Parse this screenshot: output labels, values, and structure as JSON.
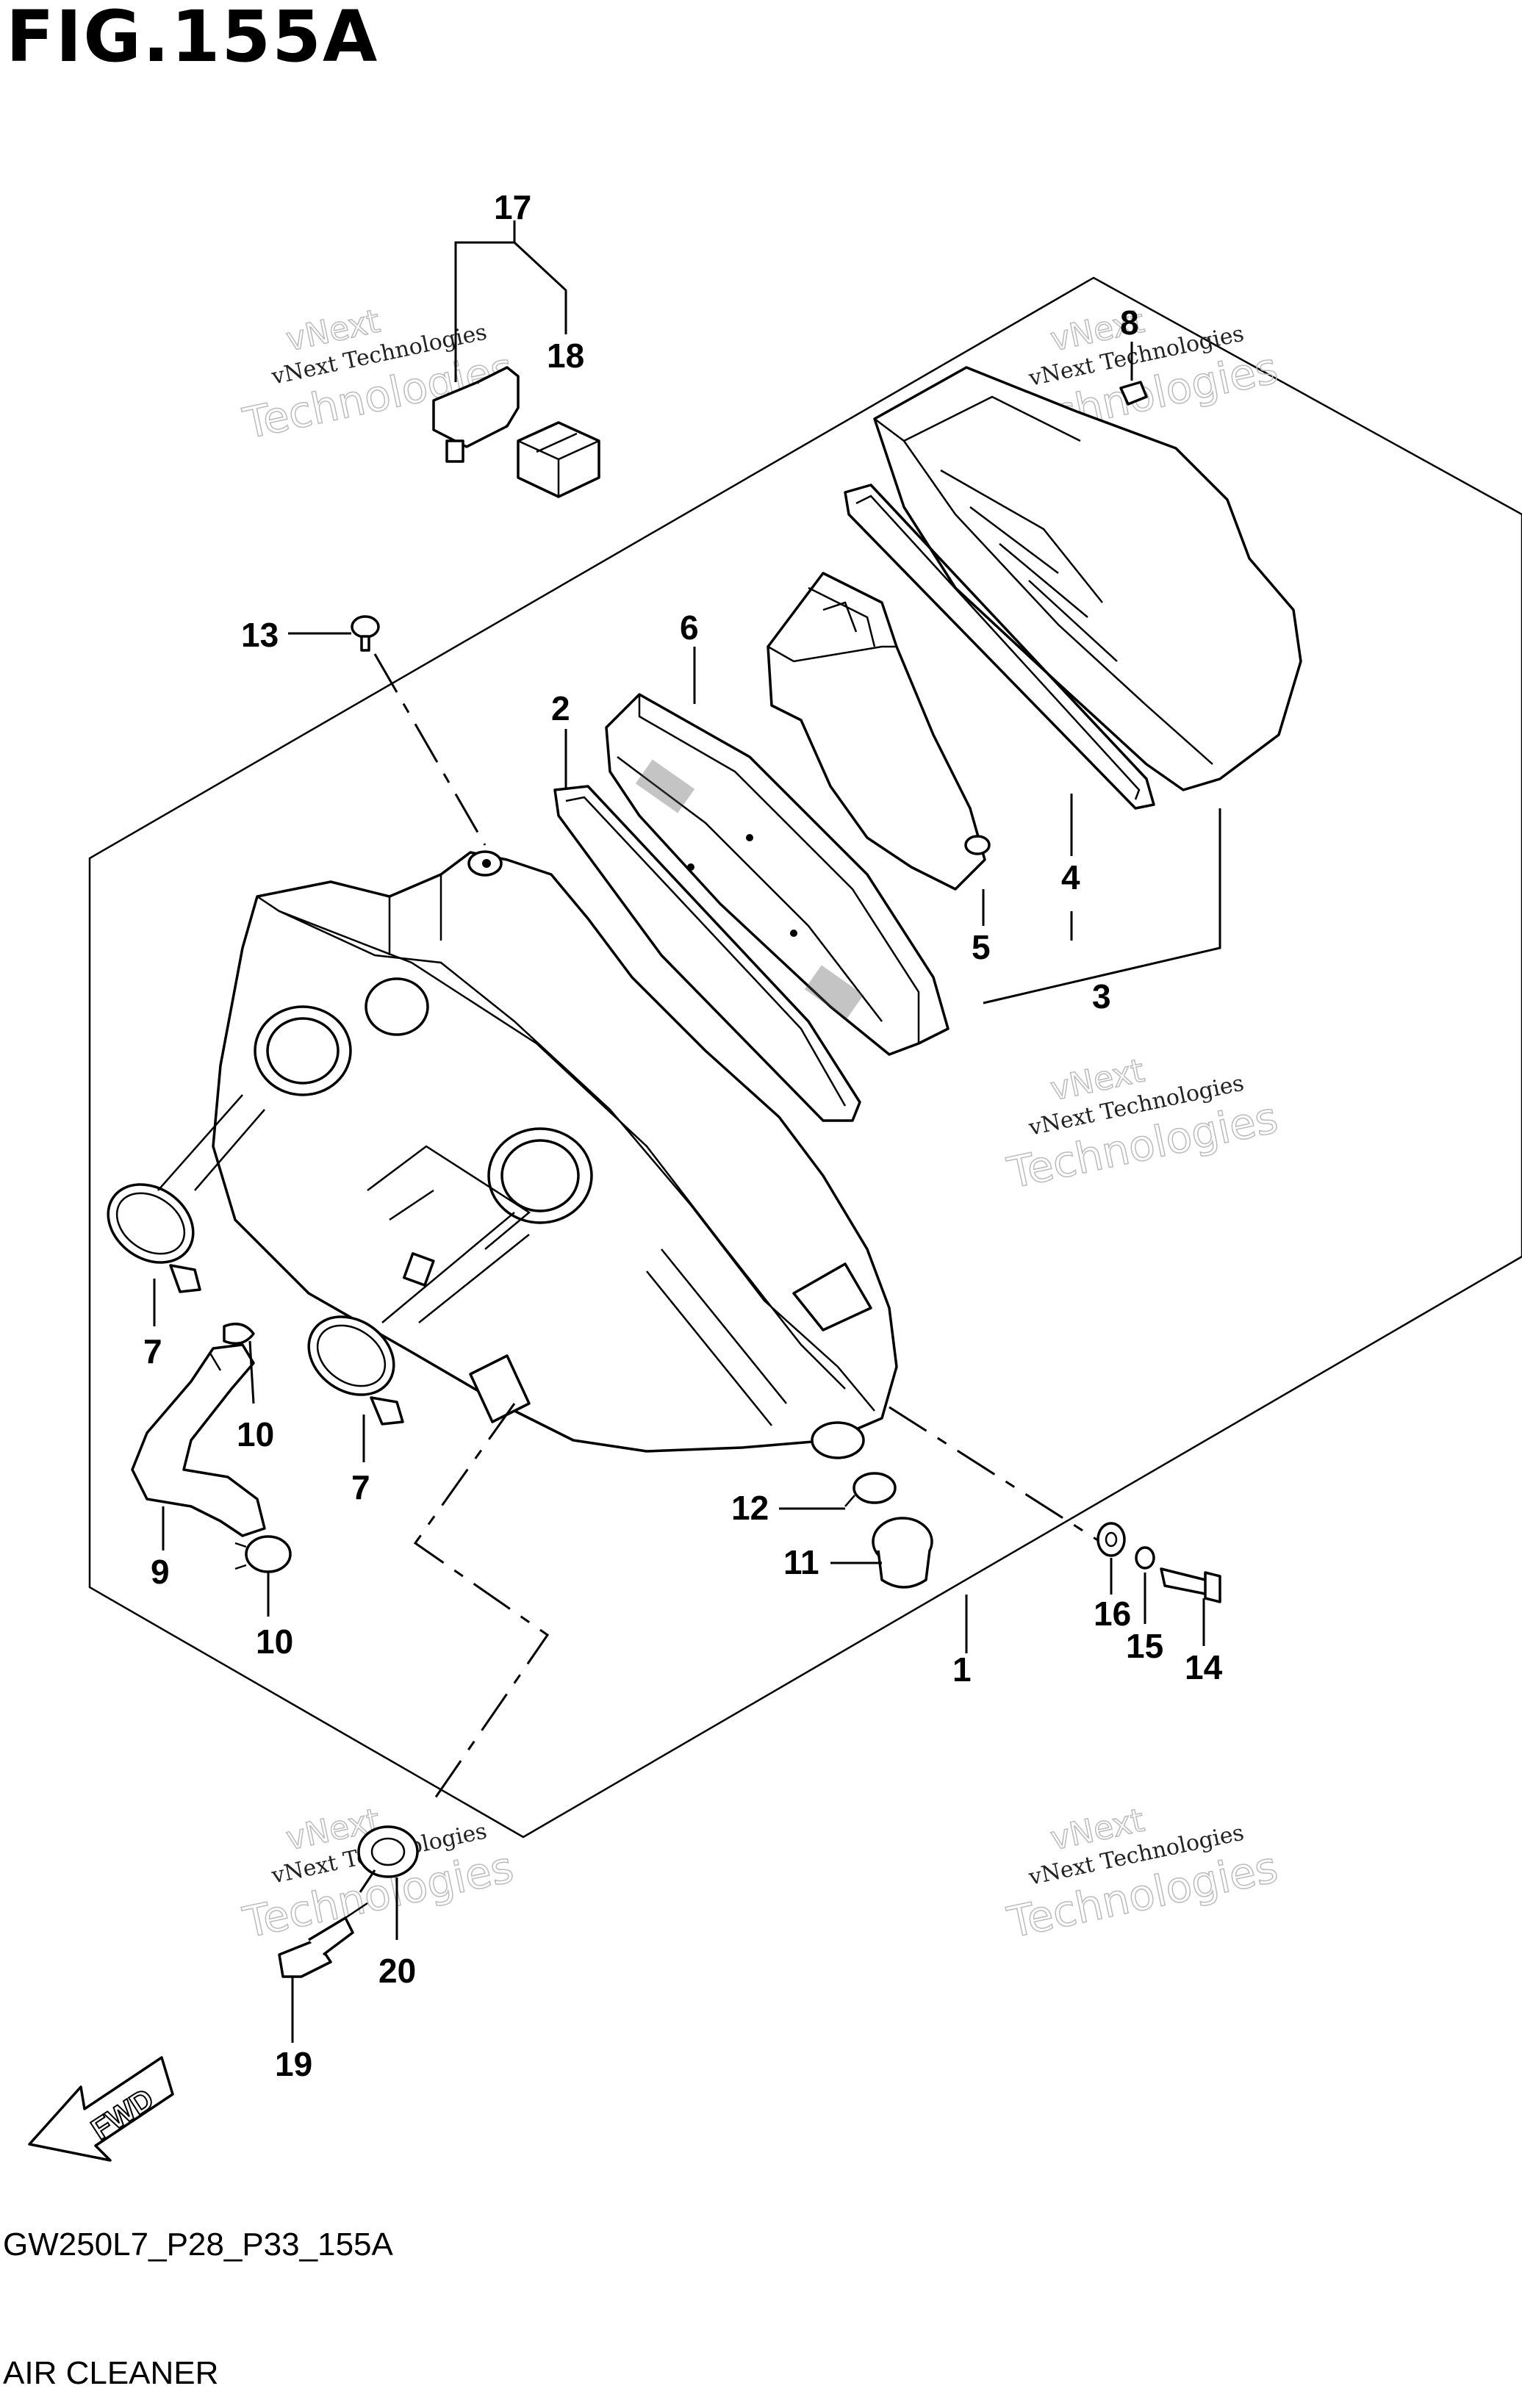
{
  "figure": {
    "title": "FIG.155A",
    "code": "GW250L7_P28_P33_155A",
    "name": "AIR CLEANER"
  },
  "watermark": {
    "line1": "vNext Technologies",
    "line2": "Technologies",
    "line3": "vNext"
  },
  "fwd_label": "FWD",
  "callouts": [
    "1",
    "2",
    "3",
    "4",
    "5",
    "6",
    "7",
    "7",
    "8",
    "9",
    "10",
    "10",
    "11",
    "12",
    "13",
    "14",
    "15",
    "16",
    "17",
    "18",
    "19",
    "20"
  ]
}
